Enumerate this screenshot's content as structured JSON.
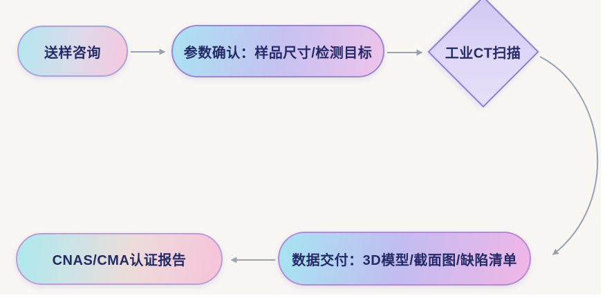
{
  "diagram": {
    "type": "flowchart",
    "background_color": "#f7f6f3",
    "arrow_color": "#99a1af",
    "text_color": "#232a66",
    "nodes": [
      {
        "id": "consult",
        "shape": "pill",
        "label": "送样咨询",
        "gradient": [
          "#b3e8f0",
          "#f6c8de"
        ],
        "border_color": "#a8a3dc"
      },
      {
        "id": "params",
        "shape": "pill",
        "label": "参数确认：样品尺寸/检测目标",
        "gradient": [
          "#aae2f2",
          "#eec3ea"
        ],
        "border_color": "#9c85d6"
      },
      {
        "id": "ct_scan",
        "shape": "diamond",
        "label": "工业CT扫描",
        "gradient": [
          "#d2c8f2",
          "#e6e0f9"
        ],
        "border_color": "#8d7fd8"
      },
      {
        "id": "delivery",
        "shape": "pill",
        "label": "数据交付：3D模型/截面图/缺陷清单",
        "gradient": [
          "#a6e5f1",
          "#f0b6e6"
        ],
        "border_color": "#b687da"
      },
      {
        "id": "report",
        "shape": "pill",
        "label": "CNAS/CMA认证报告",
        "gradient": [
          "#ace9ef",
          "#f6c3da"
        ],
        "border_color": "#bd9ed4"
      }
    ],
    "edges": [
      {
        "from": "consult",
        "to": "params",
        "style": "straight"
      },
      {
        "from": "params",
        "to": "ct_scan",
        "style": "straight"
      },
      {
        "from": "ct_scan",
        "to": "delivery",
        "style": "curved"
      },
      {
        "from": "delivery",
        "to": "report",
        "style": "straight"
      }
    ]
  }
}
